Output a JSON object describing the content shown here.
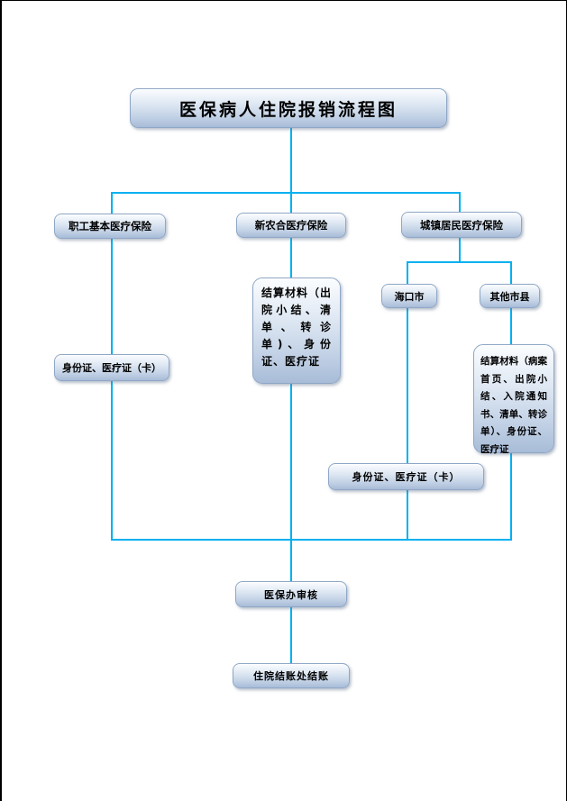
{
  "colors": {
    "connector": "#00B0F0",
    "box-border": "#8FA7C6",
    "box-top": "#FBFDFF",
    "box-mid": "#DCE6F2",
    "box-bottom": "#A8BCD8",
    "text": "#000000",
    "page-border": "#000000",
    "page-bg": "#FFFFFF"
  },
  "nodes": {
    "title": "医保病人住院报销流程图",
    "employee": "职工基本医疗保险",
    "rural": "新农合医疗保险",
    "urban": "城镇居民医疗保险",
    "mid_materials": "结算材料（出院小结、清单、转诊单)、身份证、医疗证",
    "left_id": "身份证、医疗证（卡）",
    "haikou": "海口市",
    "other_cities": "其他市县",
    "right_materials": "结算材料（病案首页、出院小结、入院通知书、清单、转诊单）、身份证、医疗证",
    "lower_id": "身份证、医疗证（卡）",
    "review": "医保办审核",
    "checkout": "住院结账处结账"
  }
}
